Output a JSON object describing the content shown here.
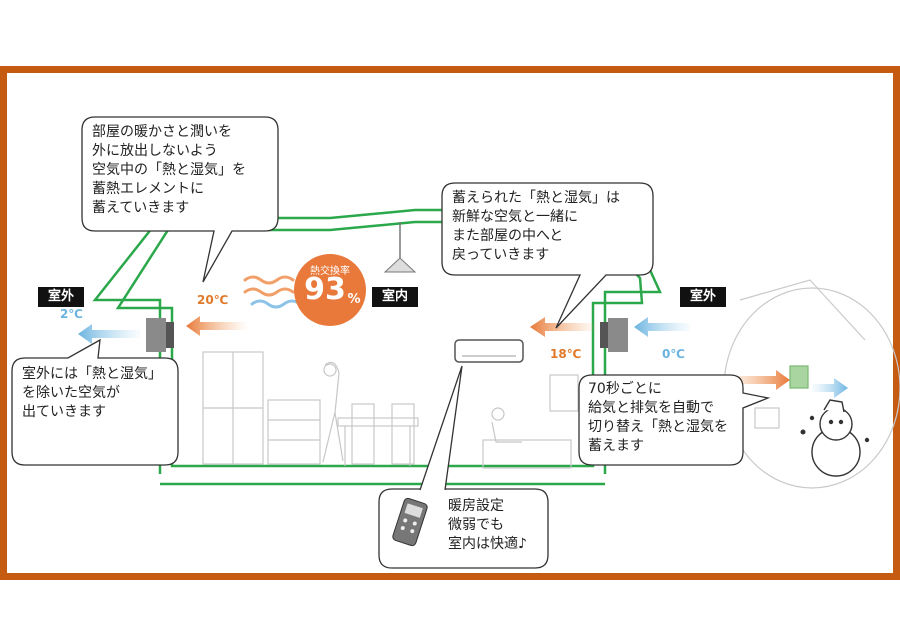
{
  "callouts": {
    "top_left": "部屋の暖かさと潤いを\n外に放出しないよう\n空気中の「熱と湿気」を\n蓄熱エレメントに\n蓄えていきます",
    "top_right": "蓄えられた「熱と湿気」は\n新鮮な空気と一緒に\nまた部屋の中へと\n戻っていきます",
    "bottom_left": "室外には「熱と湿気」\nを除いた空気が\n出ていきます",
    "bottom_right": "70秒ごとに\n給気と排気を自動で\n切り替え「熱と湿気を\n蓄えます",
    "remote": "暖房設定\n微弱でも\n室内は快適♪"
  },
  "labels": {
    "outdoor_left": "室外",
    "indoor": "室内",
    "outdoor_right": "室外"
  },
  "temperatures": {
    "outdoor_left": "2℃",
    "indoor_left": "20℃",
    "indoor_right": "18℃",
    "outdoor_right": "0℃"
  },
  "badge": {
    "title": "熱交換率",
    "value": "93",
    "unit": "%"
  },
  "colors": {
    "frame": "#c55a11",
    "wall": "#2aa84a",
    "warm_arrow": "#e8793a",
    "cool_arrow": "#6bb3df",
    "badge": "#e8793a"
  }
}
